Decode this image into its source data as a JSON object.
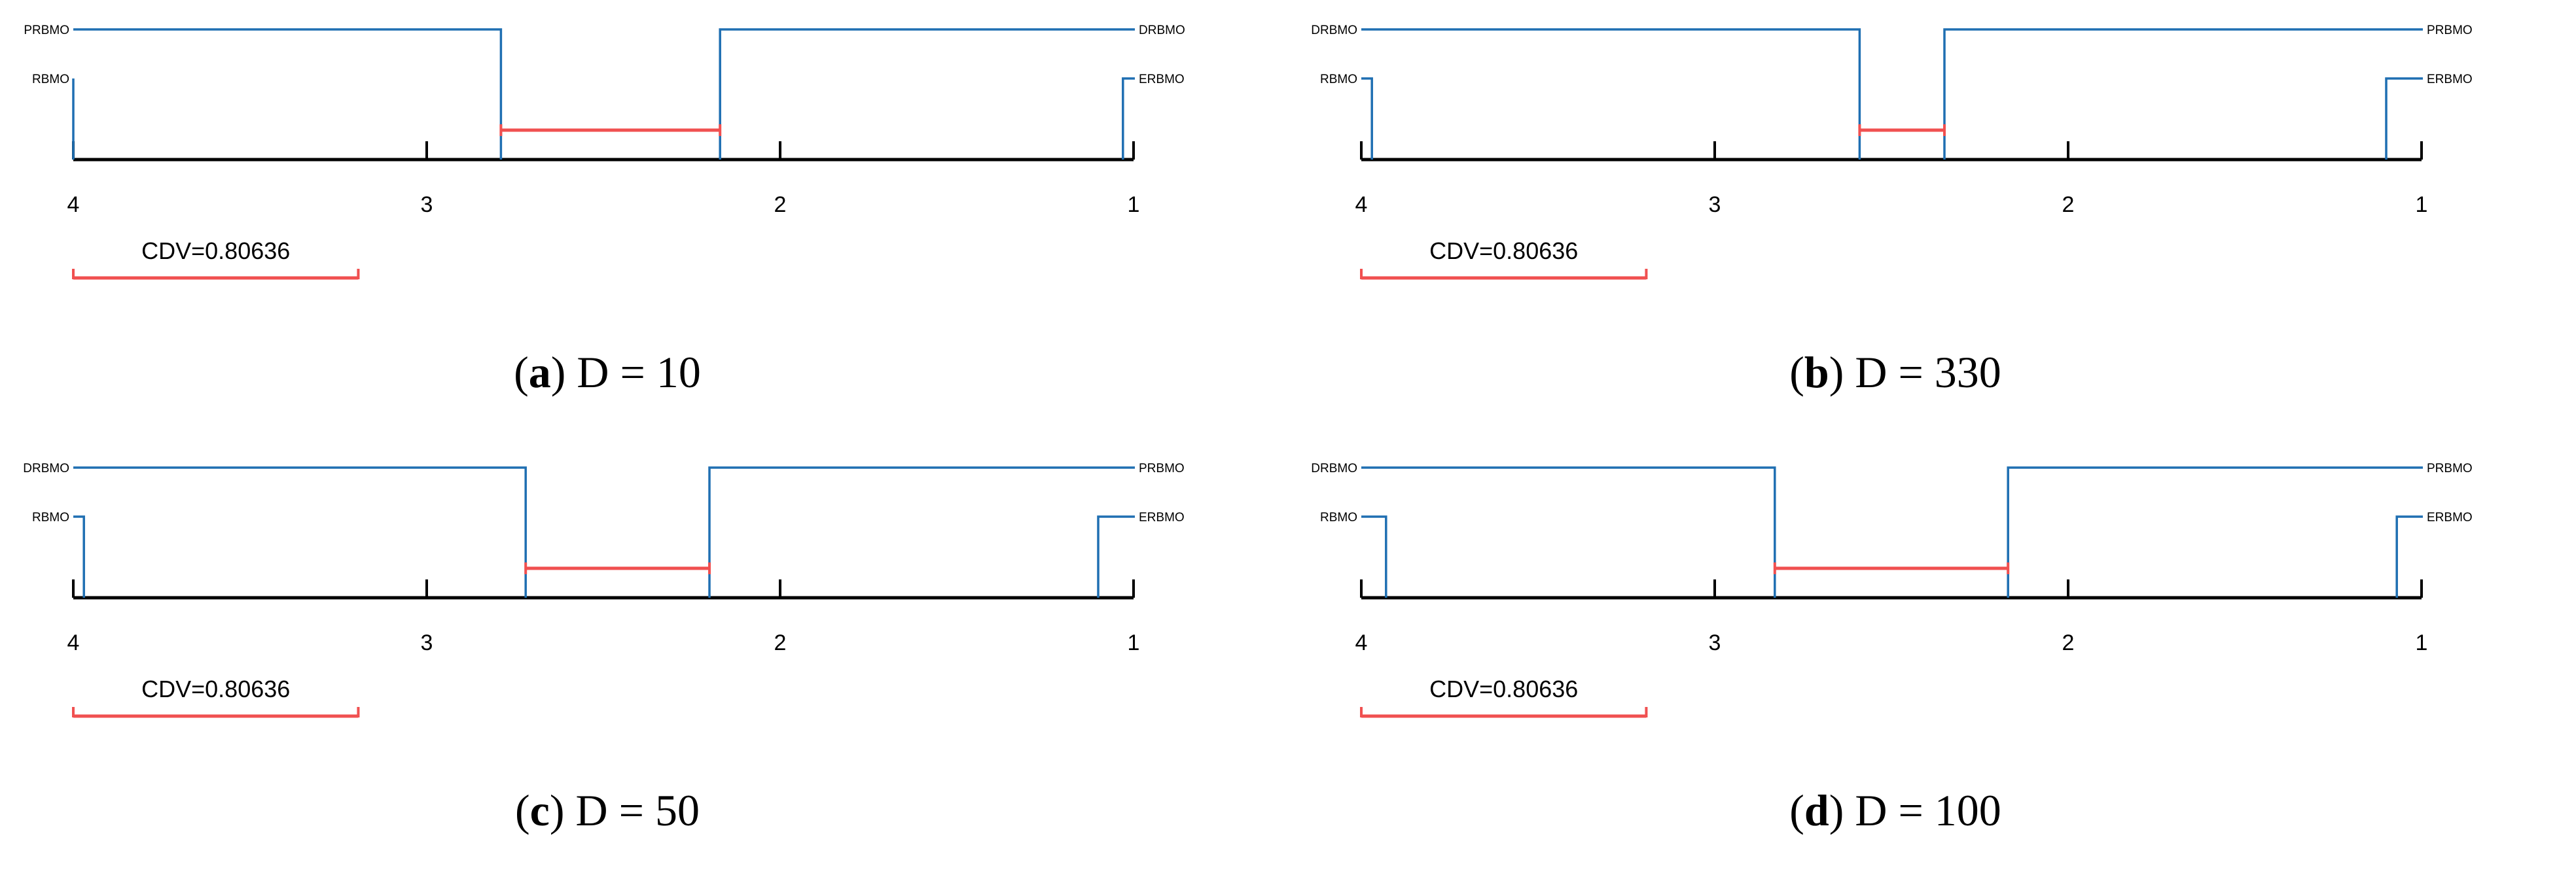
{
  "colors": {
    "axis": "#000000",
    "lines": "#1f6fb2",
    "cdv": "#f05050"
  },
  "chart_data": [
    {
      "type": "critical-difference",
      "panel_letter": "a",
      "caption_rest": "D = 10",
      "axis_ticks": [
        4,
        3,
        2,
        1
      ],
      "axis_range": [
        4,
        1
      ],
      "cdv_label": "CDV=0.80636",
      "cdv_value": 0.80636,
      "methods": [
        {
          "name": "PRBMO",
          "rank": 2.79,
          "side": "left"
        },
        {
          "name": "RBMO",
          "rank": 4.0,
          "side": "left"
        },
        {
          "name": "DRBMO",
          "rank": 2.17,
          "side": "right"
        },
        {
          "name": "ERBMO",
          "rank": 1.03,
          "side": "right"
        }
      ],
      "groups": [
        [
          2.79,
          2.17
        ]
      ]
    },
    {
      "type": "critical-difference",
      "panel_letter": "b",
      "caption_rest": "D = 330",
      "axis_ticks": [
        4,
        3,
        2,
        1
      ],
      "axis_range": [
        4,
        1
      ],
      "cdv_label": "CDV=0.80636",
      "cdv_value": 0.80636,
      "methods": [
        {
          "name": "DRBMO",
          "rank": 2.59,
          "side": "left"
        },
        {
          "name": "RBMO",
          "rank": 3.97,
          "side": "left"
        },
        {
          "name": "PRBMO",
          "rank": 2.35,
          "side": "right"
        },
        {
          "name": "ERBMO",
          "rank": 1.1,
          "side": "right"
        }
      ],
      "groups": [
        [
          2.59,
          2.35
        ]
      ]
    },
    {
      "type": "critical-difference",
      "panel_letter": "c",
      "caption_rest": "D = 50",
      "axis_ticks": [
        4,
        3,
        2,
        1
      ],
      "axis_range": [
        4,
        1
      ],
      "cdv_label": "CDV=0.80636",
      "cdv_value": 0.80636,
      "methods": [
        {
          "name": "DRBMO",
          "rank": 2.72,
          "side": "left"
        },
        {
          "name": "RBMO",
          "rank": 3.97,
          "side": "left"
        },
        {
          "name": "PRBMO",
          "rank": 2.2,
          "side": "right"
        },
        {
          "name": "ERBMO",
          "rank": 1.1,
          "side": "right"
        }
      ],
      "groups": [
        [
          2.72,
          2.2
        ]
      ]
    },
    {
      "type": "critical-difference",
      "panel_letter": "d",
      "caption_rest": "D = 100",
      "axis_ticks": [
        4,
        3,
        2,
        1
      ],
      "axis_range": [
        4,
        1
      ],
      "cdv_label": "CDV=0.80636",
      "cdv_value": 0.80636,
      "methods": [
        {
          "name": "DRBMO",
          "rank": 2.83,
          "side": "left"
        },
        {
          "name": "RBMO",
          "rank": 3.93,
          "side": "left"
        },
        {
          "name": "PRBMO",
          "rank": 2.17,
          "side": "right"
        },
        {
          "name": "ERBMO",
          "rank": 1.07,
          "side": "right"
        }
      ],
      "groups": [
        [
          2.83,
          2.17
        ]
      ]
    }
  ]
}
